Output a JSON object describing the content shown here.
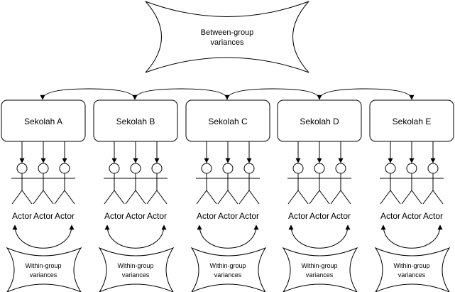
{
  "top_shape": {
    "line1": "Between-group",
    "line2": "variances"
  },
  "schools": [
    {
      "label": "Sekolah A",
      "actors": [
        "Actor",
        "Actor",
        "Actor"
      ],
      "within": {
        "line1": "Within-group",
        "line2": "variances"
      }
    },
    {
      "label": "Sekolah B",
      "actors": [
        "Actor",
        "Actor",
        "Actor"
      ],
      "within": {
        "line1": "Within-group",
        "line2": "variances"
      }
    },
    {
      "label": "Sekolah C",
      "actors": [
        "Actor",
        "Actor",
        "Actor"
      ],
      "within": {
        "line1": "Within-group",
        "line2": "variances"
      }
    },
    {
      "label": "Sekolah D",
      "actors": [
        "Actor",
        "Actor",
        "Actor"
      ],
      "within": {
        "line1": "Within-group",
        "line2": "variances"
      }
    },
    {
      "label": "Sekolah E",
      "actors": [
        "Actor",
        "Actor",
        "Actor"
      ],
      "within": {
        "line1": "Within-group",
        "line2": "variances"
      }
    }
  ]
}
